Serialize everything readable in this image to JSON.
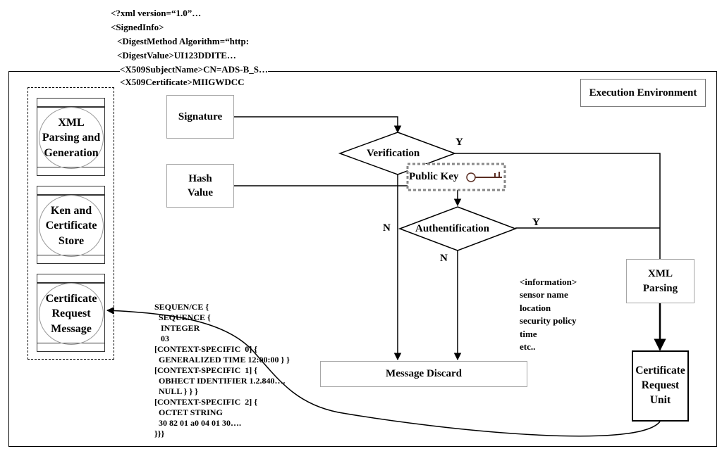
{
  "xml_header": [
    "<?xml version=“1.0”…",
    "<SignedInfo>",
    "<DigestMethod Algorithm=“http:",
    "<DigestValue>UI123DDITE…",
    "<X509SubjectName>CN=ADS-B_S…",
    "<X509Certificate>MIIGWDCC"
  ],
  "environment_label": "Execution Environment",
  "modules": [
    {
      "label": "XML Parsing and Generation"
    },
    {
      "label": "Ken and Certificate Store"
    },
    {
      "label": "Certificate Request Message"
    }
  ],
  "nodes": {
    "signature": "Signature",
    "hash_value": "Hash Value",
    "verification": "Verification",
    "public_key": "Public Key",
    "authentification": "Authentification",
    "message_discard": "Message Discard",
    "xml_parsing": "XML Parsing",
    "certificate_request_unit": "Certificate Request Unit"
  },
  "branch_labels": {
    "verification_yes": "Y",
    "verification_no": "N",
    "authentification_yes": "Y",
    "authentification_no": "N"
  },
  "asn1_block": [
    "SEQUEN/CE {",
    "  SEQUENCE {",
    "   INTEGER",
    "   03",
    "[CONTEXT-SPECIFIC  0] {",
    "  GENERALIZED TIME 12:00:00 } }",
    "[CONTEXT-SPECIFIC  1] {",
    "  OBHECT IDENTIFIER 1.2.840….",
    "  NULL } } }",
    "[CONTEXT-SPECIFIC  2] {",
    "  OCTET STRING",
    "  30 82 01 a0 04 01 30….",
    "}}}"
  ],
  "information_block": [
    "<information>",
    "sensor name",
    "location",
    "security policy",
    "time",
    "etc.."
  ]
}
